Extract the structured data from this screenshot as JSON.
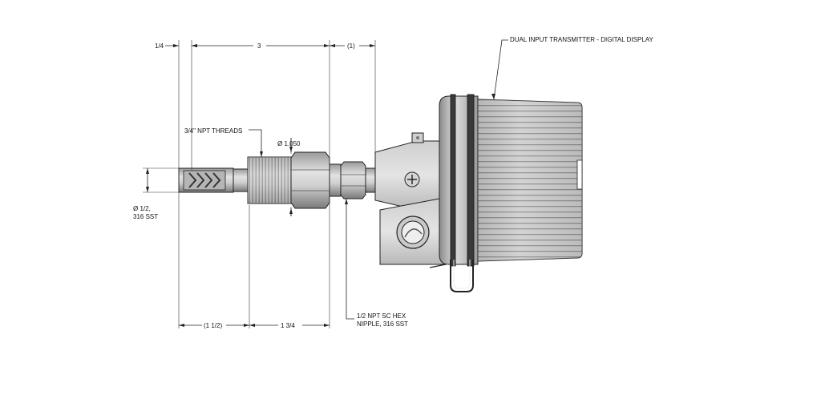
{
  "dimensions": {
    "tip": "1/4",
    "insertion": "3",
    "extension": "(1)",
    "thread_length": "(1 1/2)",
    "fitting_length": "1 3/4",
    "hex_diameter": "Ø 1.050",
    "probe_diameter_line1": "Ø 1/2,",
    "probe_diameter_line2": "316 SST"
  },
  "callouts": {
    "threads": "3/4\" NPT THREADS",
    "nipple_line1": "1/2 NPT SC HEX",
    "nipple_line2": "NIPPLE, 316 SST",
    "transmitter": "DUAL INPUT TRANSMITTER - DIGITAL DISPLAY"
  },
  "colors": {
    "line": "#222222",
    "metal_light": "#d4d4d4",
    "metal_mid": "#a8a8a8",
    "metal_dark": "#6e6e6e",
    "background": "#ffffff"
  }
}
